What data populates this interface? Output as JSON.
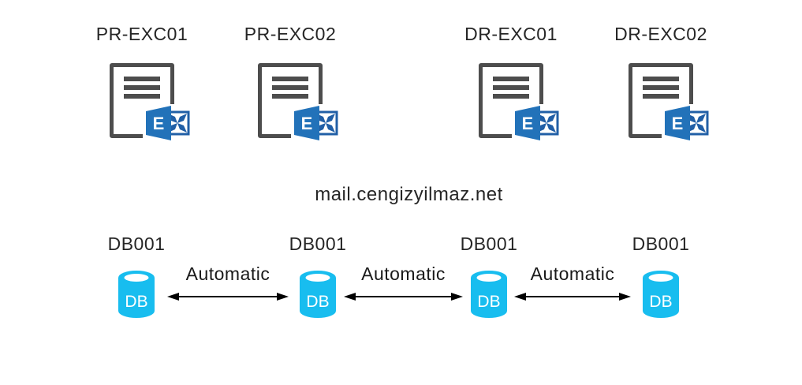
{
  "colors": {
    "exchange_panel_blue": "#2272B9",
    "exchange_box_blue": "#215FA6",
    "document_outline_gray": "#4D4D4D",
    "database_cyan": "#18BDEF",
    "label_text": "#262626",
    "arrow_black": "#000000"
  },
  "servers": [
    {
      "label": "PR-EXC01"
    },
    {
      "label": "PR-EXC02"
    },
    {
      "label": "DR-EXC01"
    },
    {
      "label": "DR-EXC02"
    }
  ],
  "exchange_icon": {
    "letter": "E"
  },
  "namespace": "mail.cengizyilmaz.net",
  "databases": [
    {
      "label": "DB001",
      "icon_text": "DB"
    },
    {
      "label": "DB001",
      "icon_text": "DB"
    },
    {
      "label": "DB001",
      "icon_text": "DB"
    },
    {
      "label": "DB001",
      "icon_text": "DB"
    }
  ],
  "replication_links": [
    {
      "label": "Automatic"
    },
    {
      "label": "Automatic"
    },
    {
      "label": "Automatic"
    }
  ]
}
